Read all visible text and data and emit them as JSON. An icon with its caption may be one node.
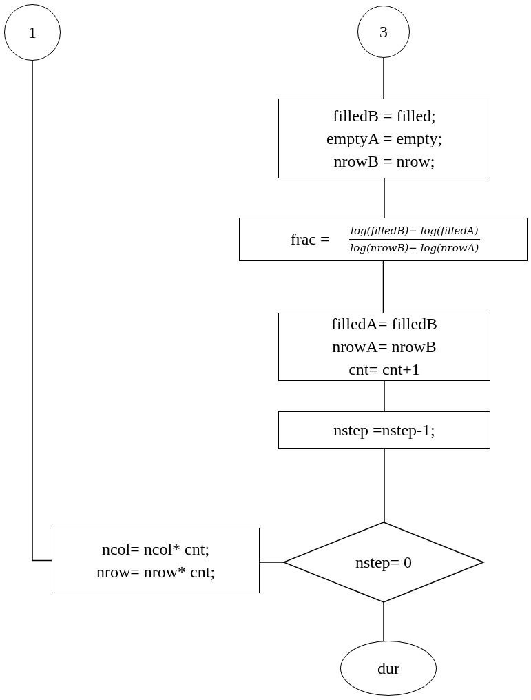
{
  "diagram": {
    "nodes": [
      {
        "text": [
          "1"
        ]
      },
      {
        "text": [
          "3"
        ]
      },
      {
        "text": [
          "filledB = filled; emptyA = empty; nrowB = nrow;"
        ]
      },
      {
        "text": [
          "frac =",
          "log(filledB)− log(filledA)",
          "log(nrowB)− log(nrowA)"
        ]
      },
      {
        "text": [
          "filledA= filledB nrowA= nrowB cnt= cnt+1"
        ]
      },
      {
        "text": [
          "nstep =nstep-1;"
        ]
      },
      {
        "text": [
          "nstep= 0"
        ]
      },
      {
        "text": [
          "ncol= ncol* cnt; nrow= nrow* cnt;"
        ]
      },
      {
        "text": [
          "dur"
        ]
      }
    ],
    "edges": [
      {
        "from": 0,
        "to": 7,
        "arrow": "none"
      },
      {
        "from": 1,
        "to": 2,
        "arrow": "none"
      },
      {
        "from": 2,
        "to": 3,
        "arrow": "none"
      },
      {
        "from": 3,
        "to": 4,
        "arrow": "none"
      },
      {
        "from": 4,
        "to": 5,
        "arrow": "none"
      },
      {
        "from": 5,
        "to": 6,
        "arrow": "none"
      },
      {
        "from": 6,
        "to": 7,
        "arrow": "none"
      },
      {
        "from": 6,
        "to": 8,
        "arrow": "none"
      }
    ]
  }
}
